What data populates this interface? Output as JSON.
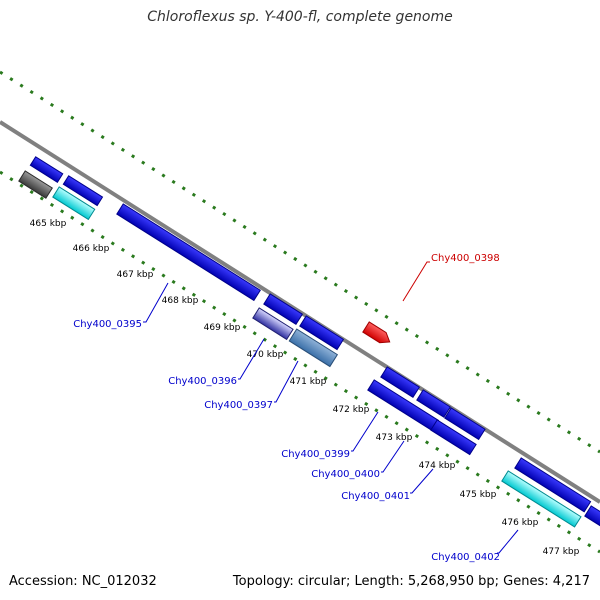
{
  "title": "Chloroflexus sp. Y-400-fl, complete genome",
  "footer": {
    "accession": "Accession: NC_012032",
    "summary": "Topology: circular; Length: 5,268,950 bp; Genes: 4,217"
  },
  "scale": {
    "tick_labels": [
      "465 kbp",
      "466 kbp",
      "467 kbp",
      "468 kbp",
      "469 kbp",
      "470 kbp",
      "471 kbp",
      "472 kbp",
      "473 kbp",
      "474 kbp",
      "475 kbp",
      "476 kbp",
      "477 kbp"
    ]
  },
  "gene_labels": [
    "Chy400_0398",
    "Chy400_0395",
    "Chy400_0396",
    "Chy400_0397",
    "Chy400_0399",
    "Chy400_0400",
    "Chy400_0401",
    "Chy400_0402"
  ],
  "colors": {
    "forward_gene": "#1010e0",
    "highlight_gene": "#ff0000",
    "label_blue": "#0000cc",
    "label_red": "#cc0000",
    "tick_green": "#2a7a1e",
    "backbone": "#808080"
  }
}
